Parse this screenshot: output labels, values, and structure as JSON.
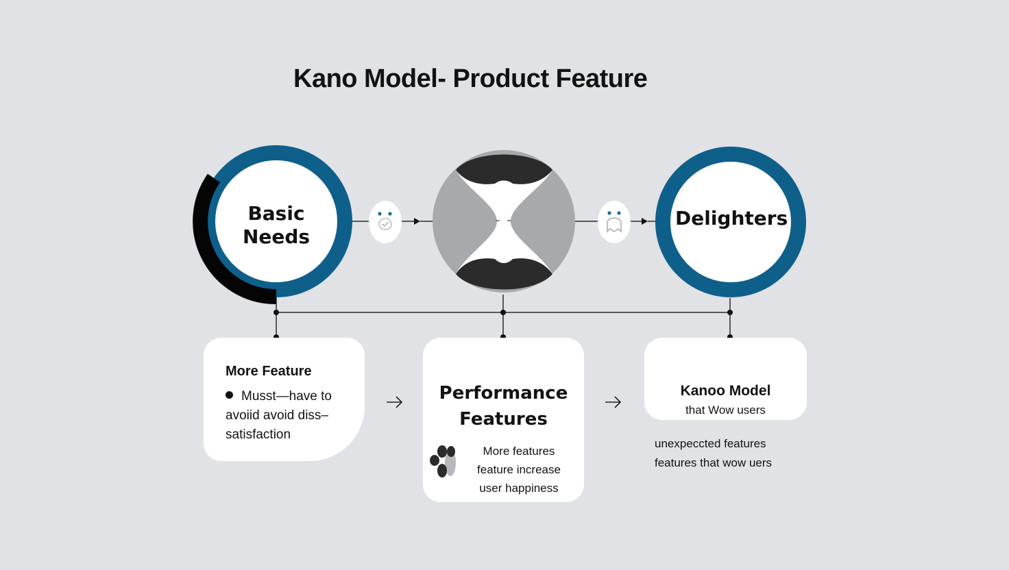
{
  "title": "Kano Model- Product Feature",
  "circles": {
    "basic": {
      "label_line1": "Basic",
      "label_line2": "Needs"
    },
    "middle": {
      "icon": "hourglass-icon"
    },
    "delighters": {
      "label": "Delighters"
    }
  },
  "cards": {
    "basic": {
      "title": "More Feature",
      "lines": [
        "Musst—have to",
        "avoiid avoid diss–",
        "satisfaction"
      ]
    },
    "performance": {
      "title_line1": "Performance",
      "title_line2": "Features",
      "lines": [
        "More  features",
        "feature increase",
        "user happiness"
      ]
    },
    "delighters": {
      "title": "Kanoo Model",
      "subtitle": "that Wow users"
    }
  },
  "delighters_note": {
    "line1": "unexpeccted features",
    "line2": "features that wow uers"
  },
  "arrows": {
    "glyph": "→"
  },
  "colors": {
    "background": "#e1e2e5",
    "ring_blue": "#0f5f8b",
    "dark": "#2b2b2b",
    "gray": "#a7a9ad"
  }
}
